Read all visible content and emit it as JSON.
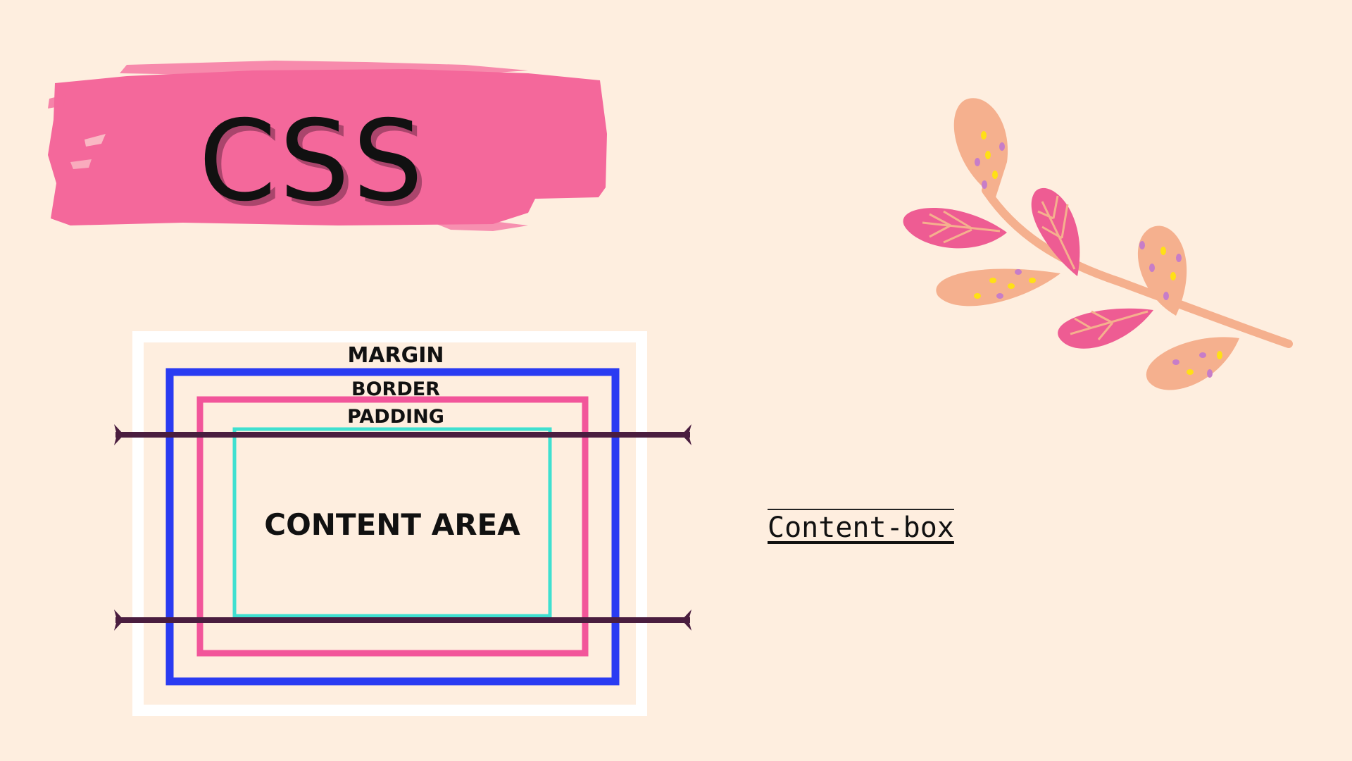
{
  "title": "CSS",
  "box_model": {
    "margin_label": "MARGIN",
    "border_label": "BORDER",
    "padding_label": "PADDING",
    "content_label": "CONTENT AREA"
  },
  "box_sizing_label": "Content-box",
  "colors": {
    "background": "#FEEEDF",
    "brush_pink": "#F4689B",
    "margin_white": "#FFFFFF",
    "border_blue": "#2A3BF2",
    "padding_pink": "#F2559A",
    "content_teal": "#3FE0D0",
    "measure_line": "#4A1D3F",
    "leaf_peach": "#F5B08E",
    "leaf_pink": "#EE5C93",
    "dot_yellow": "#FFE016",
    "dot_purple": "#C77DC8"
  }
}
